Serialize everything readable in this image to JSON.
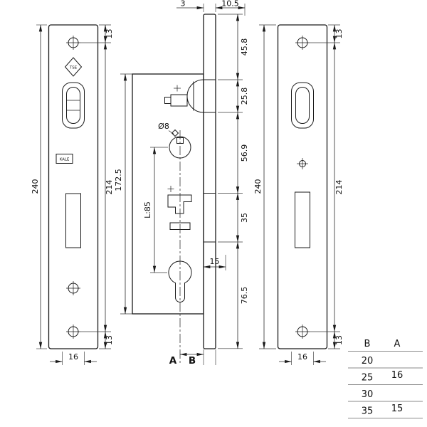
{
  "colors": {
    "ink": "#1a1a1a"
  },
  "dims": {
    "d240": "240",
    "d214": "214",
    "d13": "13",
    "d16": "16",
    "d3": "3",
    "d10_5": "10.5",
    "d45_8": "45.8",
    "d25_8": "25.8",
    "d56_9": "56.9",
    "d35": "35",
    "d76_5": "76.5",
    "d172_5": "172.5",
    "l85": "L:85",
    "dia8": "Ø8",
    "d15": "15",
    "a": "A",
    "b": "B"
  },
  "logos": {
    "tse": "TSE",
    "kale": "KALE"
  },
  "table": {
    "col_b": "B",
    "col_a": "A",
    "rows": [
      {
        "b": "20",
        "a": ""
      },
      {
        "b": "25",
        "a": "16"
      },
      {
        "b": "30",
        "a": ""
      },
      {
        "b": "35",
        "a": "15"
      }
    ]
  }
}
